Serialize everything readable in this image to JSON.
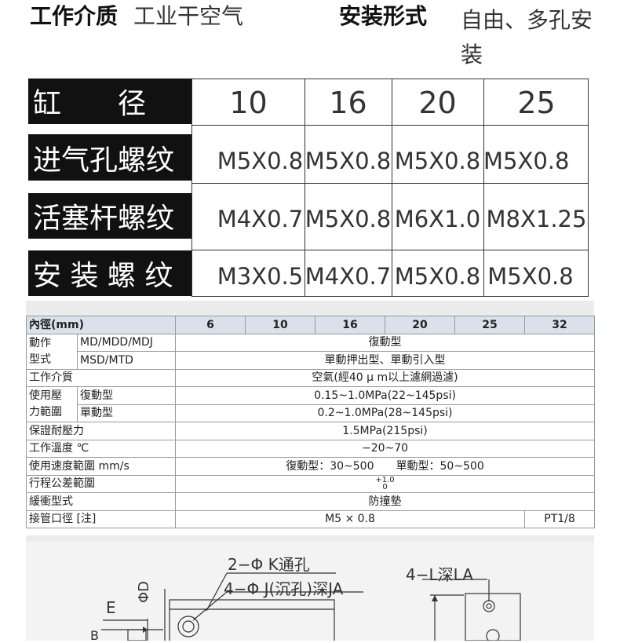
{
  "header": {
    "medium_label": "工作介质",
    "medium_value": "工业干空气",
    "mount_label": "安装形式",
    "mount_value": "自由、多孔安装"
  },
  "big_table": {
    "row_labels": [
      "缸　　径",
      "进气孔螺纹",
      "活塞杆螺纹",
      "安 装 螺 纹"
    ],
    "bores": [
      "10",
      "16",
      "20",
      "25"
    ],
    "rows": [
      [
        "M5X0.8",
        "M5X0.8",
        "M5X0.8",
        "M5X0.8"
      ],
      [
        "M4X0.7",
        "M5X0.8",
        "M6X1.0",
        "M8X1.25"
      ],
      [
        "M3X0.5",
        "M4X0.7",
        "M5X0.8",
        "M5X0.8"
      ]
    ]
  },
  "spec_table": {
    "bore_header": "內徑(mm)",
    "bores": [
      "6",
      "10",
      "16",
      "20",
      "25",
      "32"
    ],
    "action_type": "動作\n型式",
    "md_label": "MD/MDD/MDJ",
    "md_value": "復動型",
    "msd_label": "MSD/MTD",
    "msd_value": "單動押出型、單動引入型",
    "medium_label": "工作介質",
    "medium_value": "空氣(經40 μ m以上濾網過濾)",
    "pressure_label": "使用壓\n力範圍",
    "double_label": "復動型",
    "double_value": "0.15~1.0MPa(22~145psi)",
    "single_label": "單動型",
    "single_value": "0.2~1.0MPa(28~145psi)",
    "proof_label": "保證耐壓力",
    "proof_value": "1.5MPa(215psi)",
    "temp_label": "工作溫度 ℃",
    "temp_value": "−20~70",
    "speed_label": "使用速度範圍 mm/s",
    "speed_value": "復動型：30~500　　單動型：50~500",
    "stroke_label": "行程公差範圍",
    "stroke_plus": "+1.0",
    "stroke_zero": "0",
    "cushion_label": "緩衝型式",
    "cushion_value": "防撞墊",
    "port_label": "接管口徑 [注]",
    "port_value_main": "M5 × 0.8",
    "port_value_32": "PT1/8"
  },
  "drawing": {
    "label_k": "2−Φ K通孔",
    "label_j": "4−Φ J(沉孔)深JA",
    "label_l": "4−L深LA",
    "label_e": "E",
    "label_d": "ΦD",
    "label_b": "B"
  }
}
